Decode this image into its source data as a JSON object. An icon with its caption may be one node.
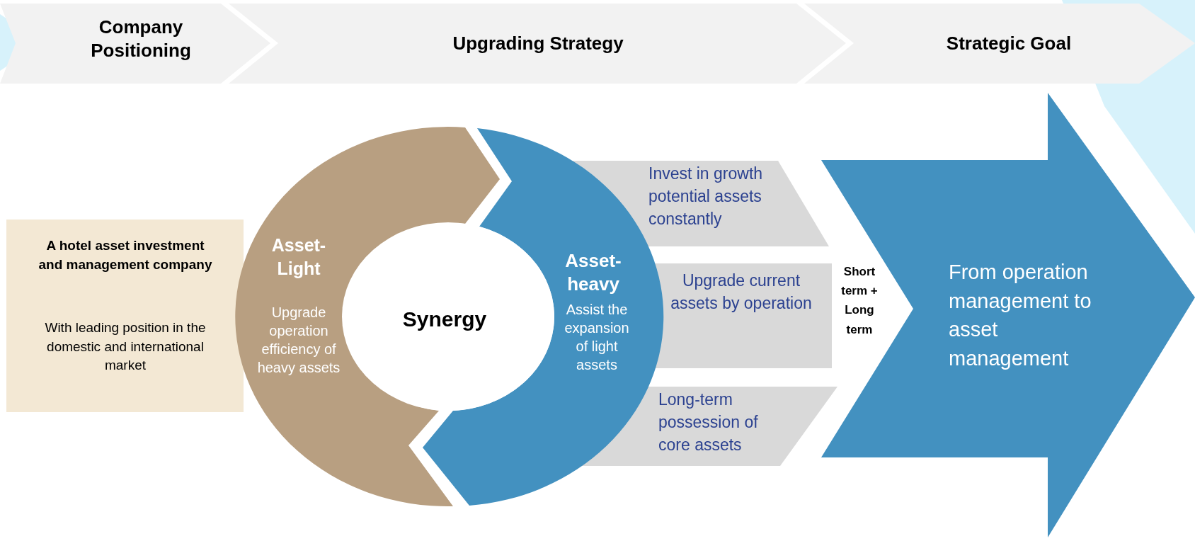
{
  "diagram": {
    "nodes": [
      {
        "text": [
          "Company Positioning"
        ]
      },
      {
        "text": [
          "Upgrading Strategy"
        ]
      },
      {
        "text": [
          "Strategic Goal"
        ]
      },
      {
        "text": [
          "A hotel asset investment and management company",
          "With leading position in the domestic and international market"
        ]
      },
      {
        "text": [
          "Asset-Light",
          "Upgrade operation efficiency of heavy assets"
        ]
      },
      {
        "text": [
          "Asset-heavy",
          "Assist the expansion of light assets"
        ]
      },
      {
        "text": [
          "Synergy"
        ]
      },
      {
        "text": [
          "Invest in growth potential assets constantly"
        ]
      },
      {
        "text": [
          "Upgrade current assets by operation"
        ]
      },
      {
        "text": [
          "Long-term possession of core assets"
        ]
      },
      {
        "text": [
          "From operation management to asset management"
        ]
      }
    ],
    "labels": [
      "Short term + Long term"
    ]
  }
}
